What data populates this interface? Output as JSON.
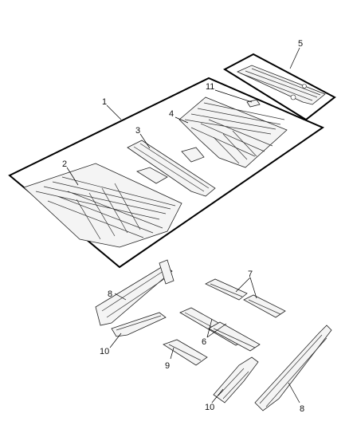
{
  "diagram": {
    "callouts": [
      {
        "id": "callout-1",
        "label": "1"
      },
      {
        "id": "callout-2",
        "label": "2"
      },
      {
        "id": "callout-3",
        "label": "3"
      },
      {
        "id": "callout-4",
        "label": "4"
      },
      {
        "id": "callout-5",
        "label": "5"
      },
      {
        "id": "callout-6",
        "label": "6"
      },
      {
        "id": "callout-7",
        "label": "7"
      },
      {
        "id": "callout-8-upper",
        "label": "8"
      },
      {
        "id": "callout-8-lower",
        "label": "8"
      },
      {
        "id": "callout-9",
        "label": "9"
      },
      {
        "id": "callout-10-upper",
        "label": "10"
      },
      {
        "id": "callout-10-lower",
        "label": "10"
      },
      {
        "id": "callout-11",
        "label": "11"
      }
    ]
  }
}
